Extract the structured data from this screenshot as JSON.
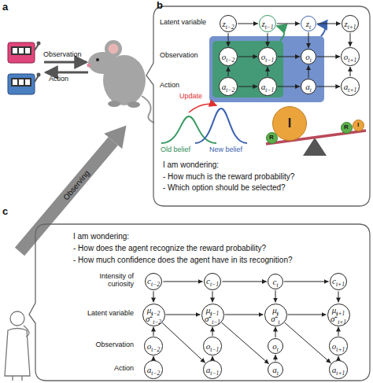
{
  "diagram": {
    "nodes": [
      {
        "text": [
          "I am wondering:",
          "- How much is the reward probability?",
          "- Which option should be selected?"
        ]
      },
      {
        "text": [
          "zt−2"
        ],
        "in": 0
      },
      {
        "text": [
          "zt−1"
        ],
        "in": 0
      },
      {
        "text": [
          "zt"
        ],
        "in": 0
      },
      {
        "text": [
          "zt+1"
        ],
        "in": 0
      },
      {
        "text": [
          "ot−2"
        ],
        "in": 0
      },
      {
        "text": [
          "ot−1"
        ],
        "in": 0
      },
      {
        "text": [
          "ot"
        ],
        "in": 0
      },
      {
        "text": [
          "ot+1"
        ],
        "in": 0
      },
      {
        "text": [
          "at−2"
        ],
        "in": 0
      },
      {
        "text": [
          "at−1"
        ],
        "in": 0
      },
      {
        "text": [
          "at"
        ],
        "in": 0
      },
      {
        "text": [
          "at+1"
        ],
        "in": 0
      },
      {
        "text": [
          "I"
        ],
        "in": 0
      },
      {
        "text": [
          "R"
        ],
        "in": 0
      },
      {
        "text": [
          "R"
        ],
        "in": 0
      },
      {
        "text": [
          "I"
        ],
        "in": 0
      },
      {
        "text": [
          "I am wondering:",
          "- How does the agent recognize the reward probability?",
          "- How much confidence does the agent have in its recognition?"
        ]
      },
      {
        "text": [
          "ct−2"
        ],
        "in": 17
      },
      {
        "text": [
          "ct−1"
        ],
        "in": 17
      },
      {
        "text": [
          "ct"
        ],
        "in": 17
      },
      {
        "text": [
          "ct+1"
        ],
        "in": 17
      },
      {
        "text": [
          "μt−2",
          "σ2t−2"
        ],
        "in": 17
      },
      {
        "text": [
          "μt−1",
          "σ2t−1"
        ],
        "in": 17
      },
      {
        "text": [
          "μt",
          "σ2t"
        ],
        "in": 17
      },
      {
        "text": [
          "μt+1",
          "σ2t+1"
        ],
        "in": 17
      },
      {
        "text": [
          "ot−2"
        ],
        "in": 17
      },
      {
        "text": [
          "ot−1"
        ],
        "in": 17
      },
      {
        "text": [
          "ot"
        ],
        "in": 17
      },
      {
        "text": [
          "ot+1"
        ],
        "in": 17
      },
      {
        "text": [
          "at−2"
        ],
        "in": 17
      },
      {
        "text": [
          "at−1"
        ],
        "in": 17
      },
      {
        "text": [
          "at"
        ],
        "in": 17
      },
      {
        "text": [
          "at+1"
        ],
        "in": 17
      }
    ],
    "edges": [
      {
        "from": 1,
        "to": 2,
        "arrow": "to"
      },
      {
        "from": 2,
        "to": 3,
        "arrow": "to"
      },
      {
        "from": 3,
        "to": 4,
        "arrow": "to"
      },
      {
        "from": 5,
        "to": 6,
        "arrow": "to"
      },
      {
        "from": 6,
        "to": 7,
        "arrow": "to"
      },
      {
        "from": 7,
        "to": 8,
        "arrow": "to"
      },
      {
        "from": 9,
        "to": 10,
        "arrow": "to"
      },
      {
        "from": 10,
        "to": 11,
        "arrow": "to"
      },
      {
        "from": 11,
        "to": 12,
        "arrow": "to"
      },
      {
        "from": 1,
        "to": 5,
        "arrow": "to"
      },
      {
        "from": 2,
        "to": 6,
        "arrow": "to"
      },
      {
        "from": 3,
        "to": 7,
        "arrow": "to"
      },
      {
        "from": 4,
        "to": 8,
        "arrow": "to"
      },
      {
        "from": 9,
        "to": 5,
        "arrow": "to"
      },
      {
        "from": 10,
        "to": 6,
        "arrow": "to"
      },
      {
        "from": 11,
        "to": 7,
        "arrow": "to"
      },
      {
        "from": 12,
        "to": 8,
        "arrow": "to"
      },
      {
        "from": 18,
        "to": 19,
        "arrow": "to"
      },
      {
        "from": 19,
        "to": 20,
        "arrow": "to"
      },
      {
        "from": 20,
        "to": 21,
        "arrow": "to"
      },
      {
        "from": 22,
        "to": 23,
        "arrow": "to"
      },
      {
        "from": 23,
        "to": 24,
        "arrow": "to"
      },
      {
        "from": 24,
        "to": 25,
        "arrow": "to"
      },
      {
        "from": 18,
        "to": 22,
        "arrow": "to"
      },
      {
        "from": 19,
        "to": 23,
        "arrow": "to"
      },
      {
        "from": 20,
        "to": 24,
        "arrow": "to"
      },
      {
        "from": 21,
        "to": 25,
        "arrow": "to"
      },
      {
        "from": 26,
        "to": 22,
        "arrow": "to"
      },
      {
        "from": 27,
        "to": 23,
        "arrow": "to"
      },
      {
        "from": 28,
        "to": 24,
        "arrow": "to"
      },
      {
        "from": 29,
        "to": 25,
        "arrow": "to"
      },
      {
        "from": 30,
        "to": 26,
        "arrow": "to"
      },
      {
        "from": 31,
        "to": 27,
        "arrow": "to"
      },
      {
        "from": 32,
        "to": 28,
        "arrow": "to"
      },
      {
        "from": 33,
        "to": 29,
        "arrow": "to"
      },
      {
        "from": 22,
        "to": 31,
        "arrow": "to"
      },
      {
        "from": 23,
        "to": 32,
        "arrow": "to"
      },
      {
        "from": 24,
        "to": 33,
        "arrow": "to"
      }
    ],
    "labels": [
      "a",
      "b",
      "c",
      "Observation",
      "Action",
      "Observing",
      "Latent variable",
      "Observation",
      "Action",
      "Update",
      "Old belief",
      "New belief",
      "Intensity of curiosity",
      "Latent variable",
      "Observation",
      "Action"
    ]
  }
}
